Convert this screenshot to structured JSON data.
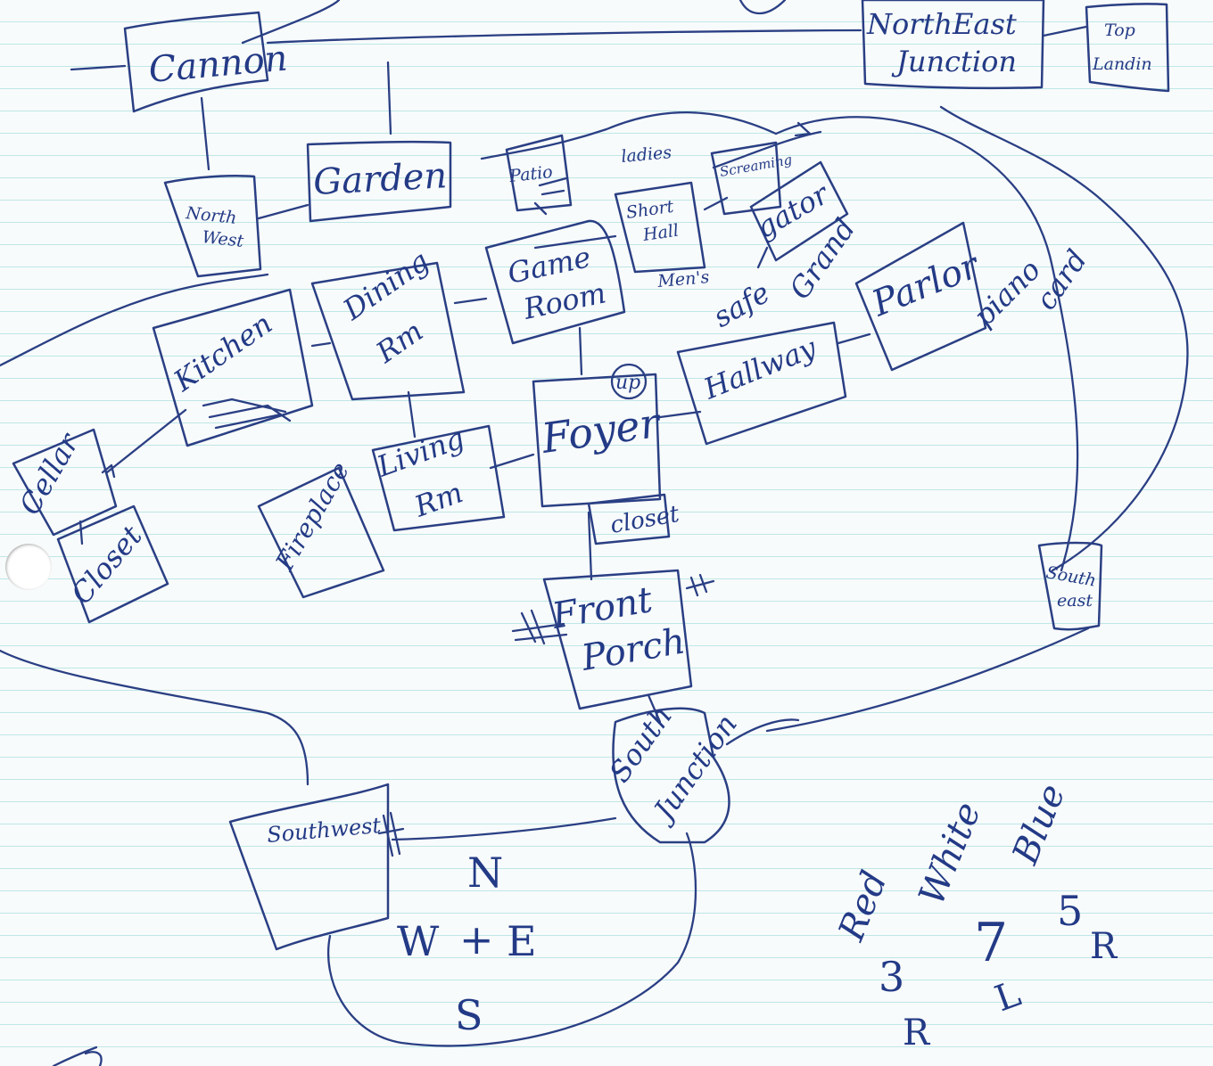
{
  "rooms": {
    "cannon": "Cannon",
    "northeast_junction": [
      "NorthEast",
      "Junction"
    ],
    "top_landing": [
      "Top",
      "Landin"
    ],
    "north_west": [
      "North",
      "West"
    ],
    "garden": "Garden",
    "patio": "Patio",
    "short_hall": [
      "Short",
      "Hall"
    ],
    "screaming": "Screaming",
    "gator": "gator",
    "game_room": [
      "Game",
      "Room"
    ],
    "dining_rm": [
      "Dining",
      "Rm"
    ],
    "kitchen": "Kitchen",
    "parlor": "Parlor",
    "hallway": "Hallway",
    "foyer": "Foyer",
    "living_rm": [
      "Living",
      "Rm"
    ],
    "fireplace": "Fireplace",
    "cellar": "Cellar",
    "closet_west": "Closet",
    "closet_foyer": "closet",
    "front_porch": [
      "Front",
      "Porch"
    ],
    "south_east": [
      "South",
      "east"
    ],
    "south_junction": [
      "South",
      "Junction"
    ],
    "southwest": "Southwest"
  },
  "annotations": {
    "ladies": "ladies",
    "mens": "Men's",
    "safe": "safe",
    "grand": "Grand",
    "piano": "piano",
    "card": "card",
    "up": "up"
  },
  "compass": {
    "n": "N",
    "w": "W",
    "e": "E",
    "s": "S",
    "plus": "+"
  },
  "code": {
    "colors": [
      "Red",
      "White",
      "Blue"
    ],
    "numbers": [
      "3",
      "7",
      "5"
    ],
    "directions": [
      "R",
      "L",
      "R"
    ]
  }
}
